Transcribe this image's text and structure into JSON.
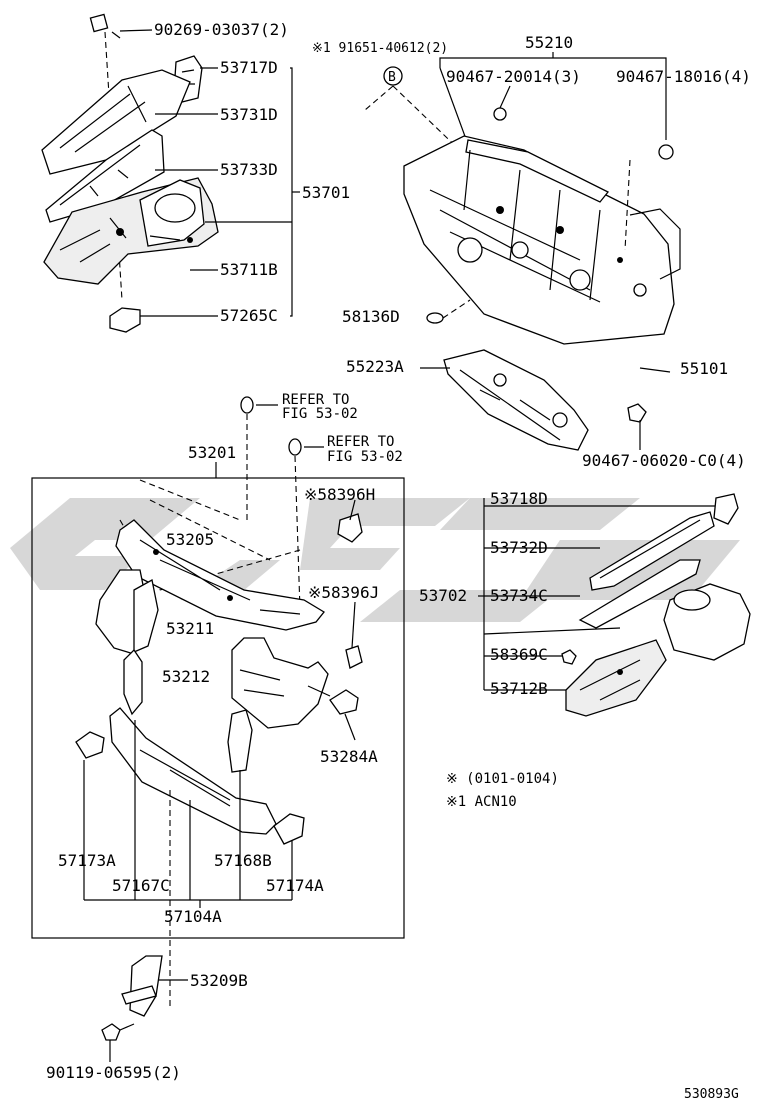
{
  "parts": {
    "p90269": "90269-03037(2)",
    "p91651": "※1 91651-40612(2)",
    "p55210": "55210",
    "p90467a": "90467-20014(3)",
    "p90467b": "90467-18016(4)",
    "p53717": "53717D",
    "p53731": "53731D",
    "p53733": "53733D",
    "p53701": "53701",
    "p53711": "53711B",
    "p57265": "57265C",
    "p58136": "58136D",
    "p55223": "55223A",
    "p55101": "55101",
    "p90467c": "90467-06020-C0(4)",
    "refer1a": "REFER TO",
    "refer1b": "FIG 53-02",
    "refer2a": "REFER TO",
    "refer2b": "FIG 53-02",
    "p53201": "53201",
    "p58396h": "※58396H",
    "p53205": "53205",
    "p58396j": "※58396J",
    "p53211": "53211",
    "p53212": "53212",
    "p53284": "53284A",
    "p53718": "53718D",
    "p53732": "53732D",
    "p53702": "53702",
    "p53734": "53734C",
    "p58369": "58369C",
    "p53712": "53712B",
    "note1": "※ (0101-0104)",
    "note2": "※1 ACN10",
    "p57173": "57173A",
    "p57168": "57168B",
    "p57167": "57167C",
    "p57174": "57174A",
    "p57104": "57104A",
    "p53209": "53209B",
    "p90119": "90119-06595(2)",
    "figid": "530893G",
    "callout_b": "B"
  }
}
